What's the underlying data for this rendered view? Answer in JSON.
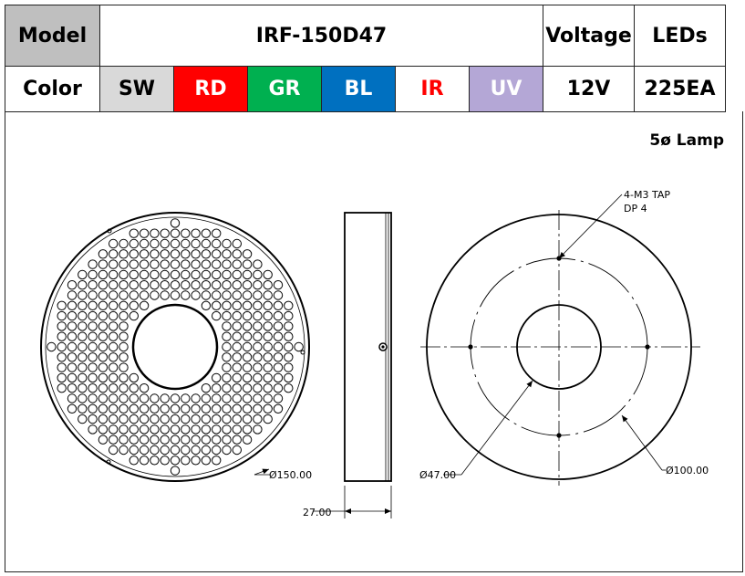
{
  "header": {
    "model_label": "Model",
    "model_value": "IRF-150D47",
    "voltage_label": "Voltage",
    "leds_label": "LEDs",
    "color_label": "Color",
    "voltage_value": "12V",
    "leds_value": "225EA"
  },
  "colors": [
    {
      "code": "SW",
      "bg": "#d9d9d9",
      "fg": "#000000"
    },
    {
      "code": "RD",
      "bg": "#ff0000",
      "fg": "#ffffff"
    },
    {
      "code": "GR",
      "bg": "#00b050",
      "fg": "#ffffff"
    },
    {
      "code": "BL",
      "bg": "#0070c0",
      "fg": "#ffffff"
    },
    {
      "code": "IR",
      "bg": "#ffffff",
      "fg": "#ff0000"
    },
    {
      "code": "UV",
      "bg": "#b4a7d6",
      "fg": "#ffffff"
    }
  ],
  "drawing": {
    "lamp_note": "5ø Lamp",
    "outer_diameter": "Ø150.00",
    "thickness": "27.00",
    "inner_diameter": "Ø47.00",
    "pcd_diameter": "Ø100.00",
    "tap_note_line1": "4-M3 TAP",
    "tap_note_line2": "DP 4"
  }
}
